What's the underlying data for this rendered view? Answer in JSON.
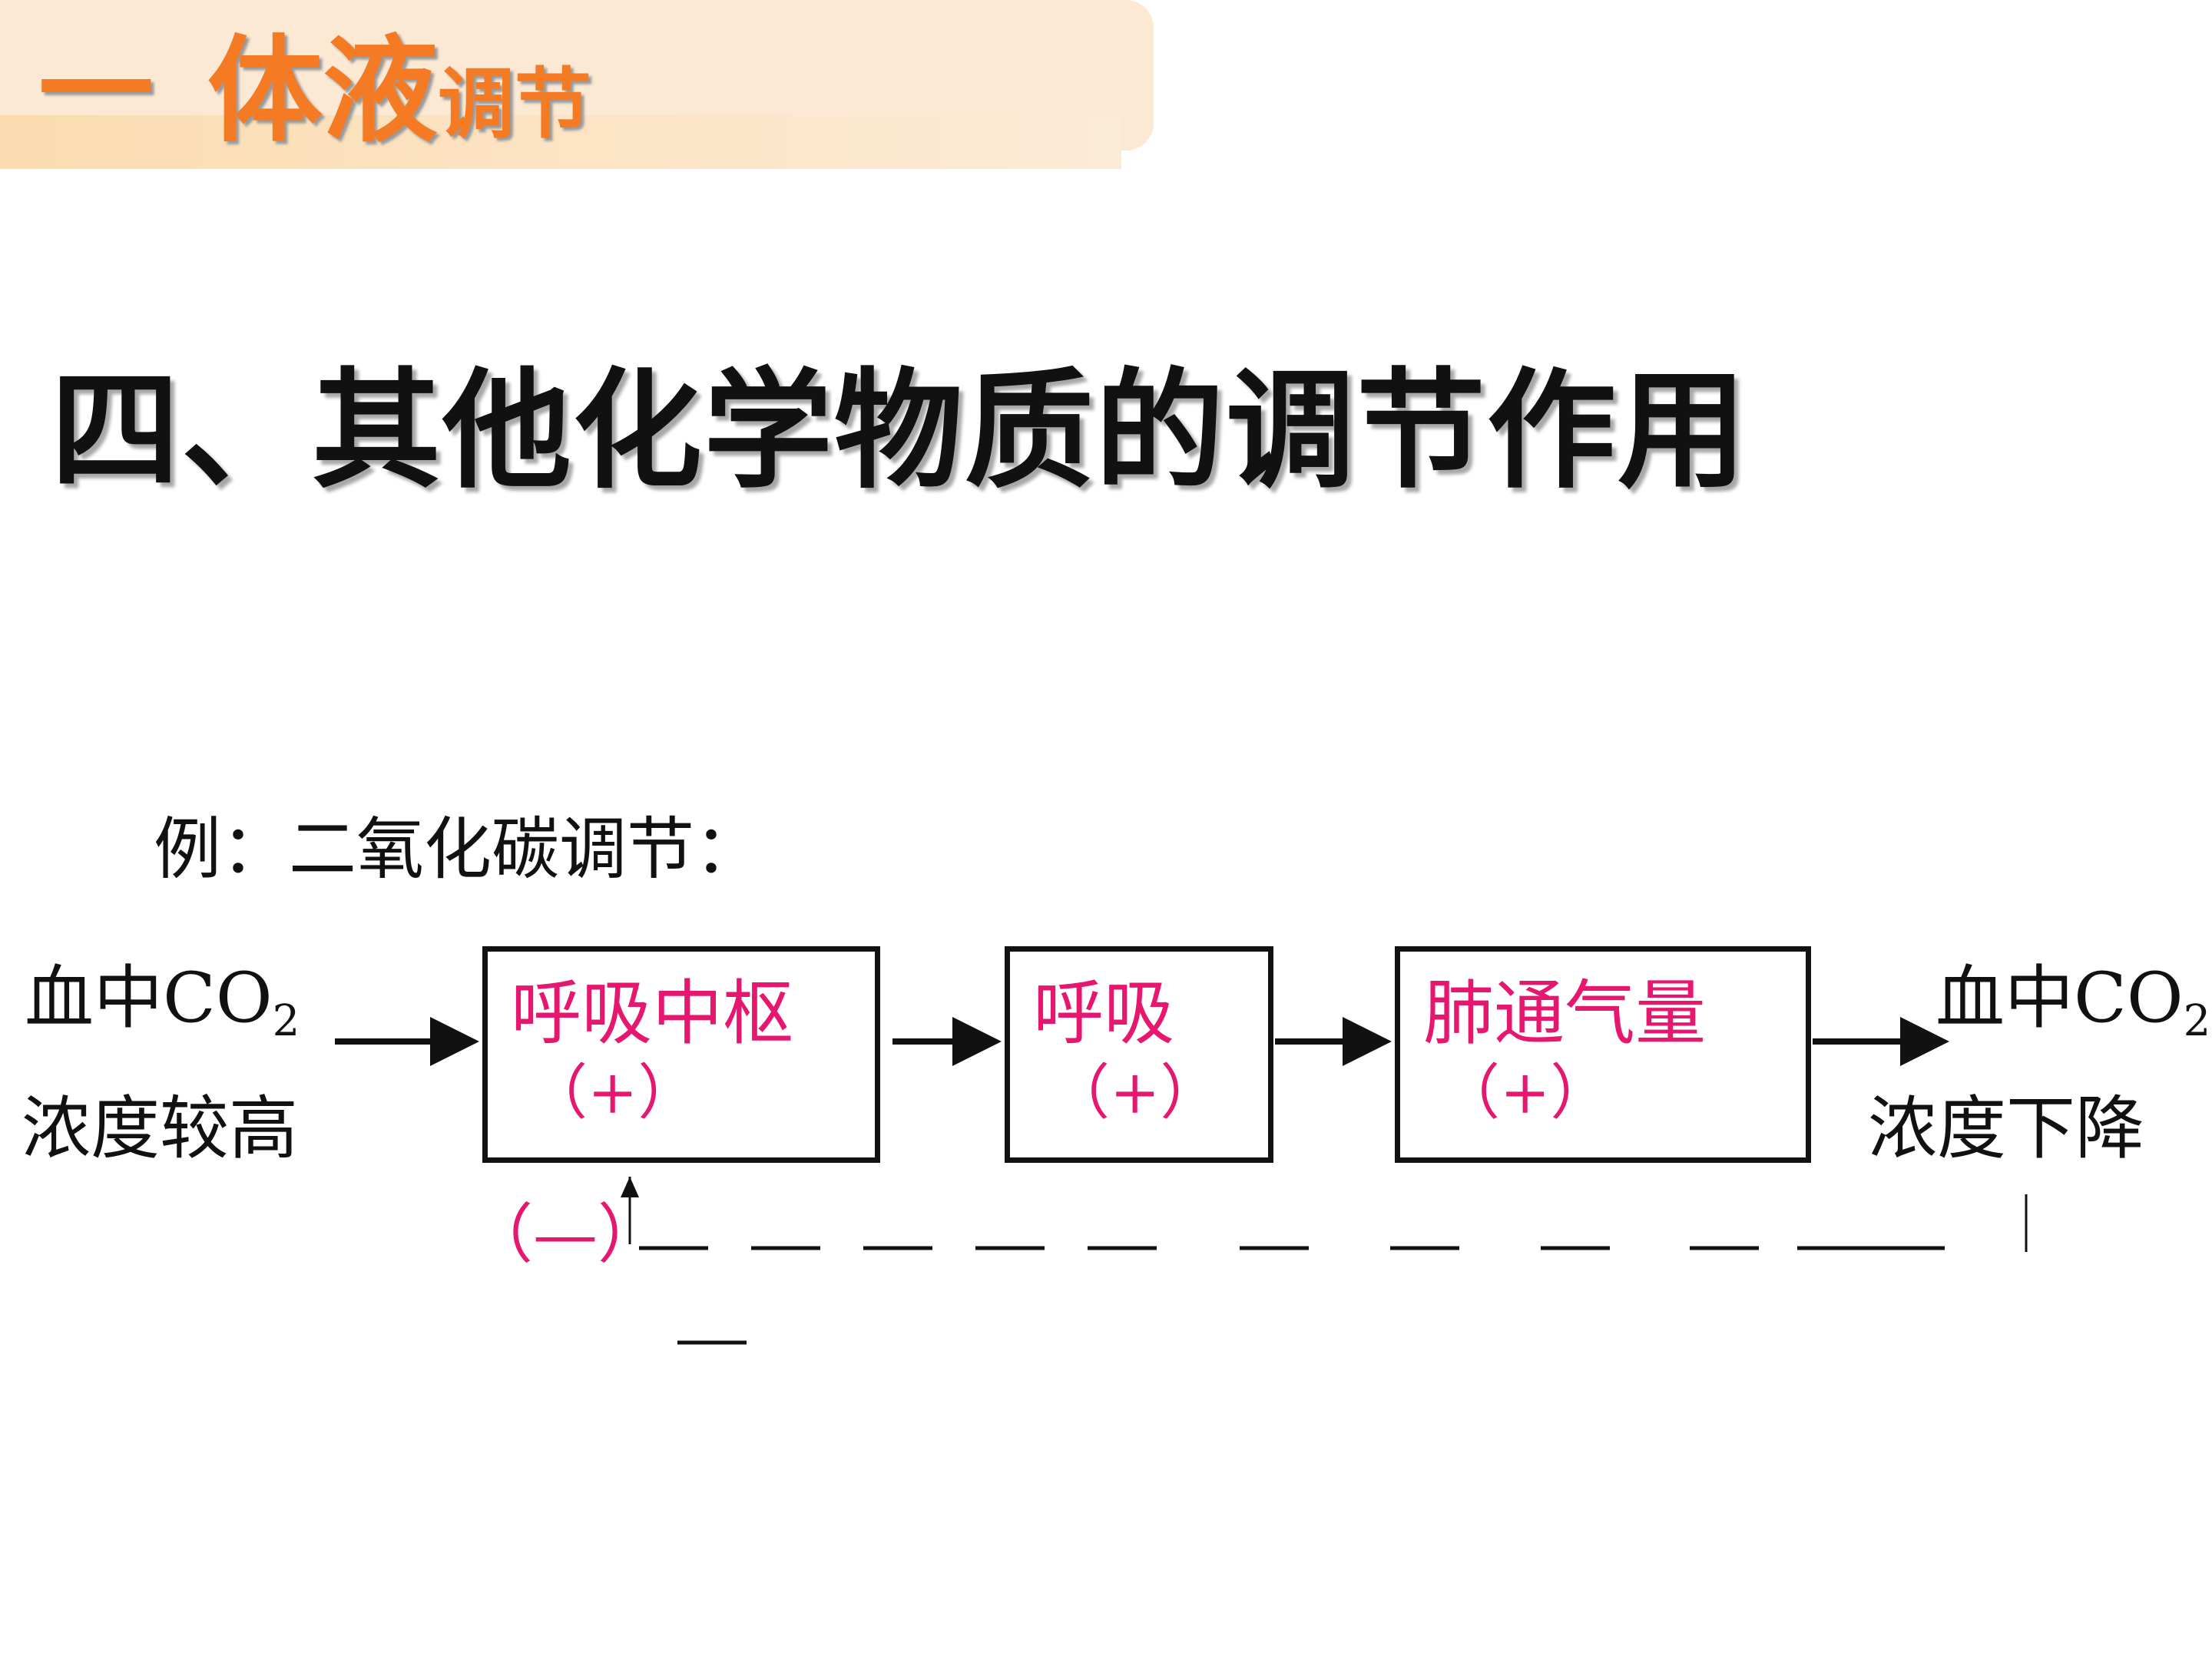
{
  "header": {
    "prefix": "一",
    "title_big": "体液",
    "title_small": "调节",
    "color": "#f57a24"
  },
  "main_title": "四、其他化学物质的调节作用",
  "example_label": "例：二氧化碳调节：",
  "diagram": {
    "input": {
      "line1_prefix": "血中CO",
      "line1_sub": "2",
      "line2": "浓度较高"
    },
    "boxes": [
      {
        "name": "呼吸中枢",
        "sign": "（+）"
      },
      {
        "name": "呼吸",
        "sign": "（+）"
      },
      {
        "name": "肺通气量",
        "sign": "（+）"
      }
    ],
    "output": {
      "line1_prefix": "血中CO",
      "line1_sub": "2",
      "line2": "浓度下降"
    },
    "feedback_sign": "（—）",
    "highlight_color": "#e6176f"
  }
}
